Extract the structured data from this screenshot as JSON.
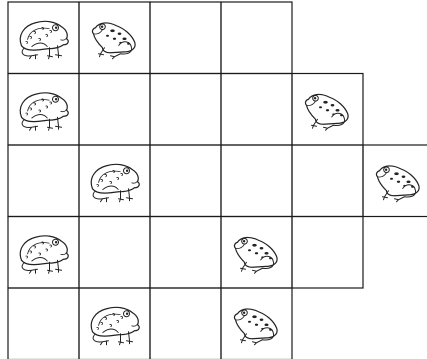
{
  "grid": {
    "cell_counts_per_row": [
      4,
      5,
      6,
      5,
      4
    ],
    "frogs": [
      {
        "row": 1,
        "col": 1,
        "kind": "sitting-frog-icon"
      },
      {
        "row": 1,
        "col": 2,
        "kind": "leaping-frog-icon"
      },
      {
        "row": 2,
        "col": 1,
        "kind": "sitting-frog-icon"
      },
      {
        "row": 2,
        "col": 5,
        "kind": "leaping-frog-icon"
      },
      {
        "row": 3,
        "col": 2,
        "kind": "sitting-frog-icon"
      },
      {
        "row": 3,
        "col": 6,
        "kind": "leaping-frog-icon"
      },
      {
        "row": 4,
        "col": 1,
        "kind": "sitting-frog-icon"
      },
      {
        "row": 4,
        "col": 4,
        "kind": "leaping-frog-icon"
      },
      {
        "row": 5,
        "col": 2,
        "kind": "sitting-frog-icon"
      },
      {
        "row": 5,
        "col": 4,
        "kind": "leaping-frog-icon"
      }
    ],
    "line_color": "#1a1a1a",
    "frog_color": "#222222"
  }
}
